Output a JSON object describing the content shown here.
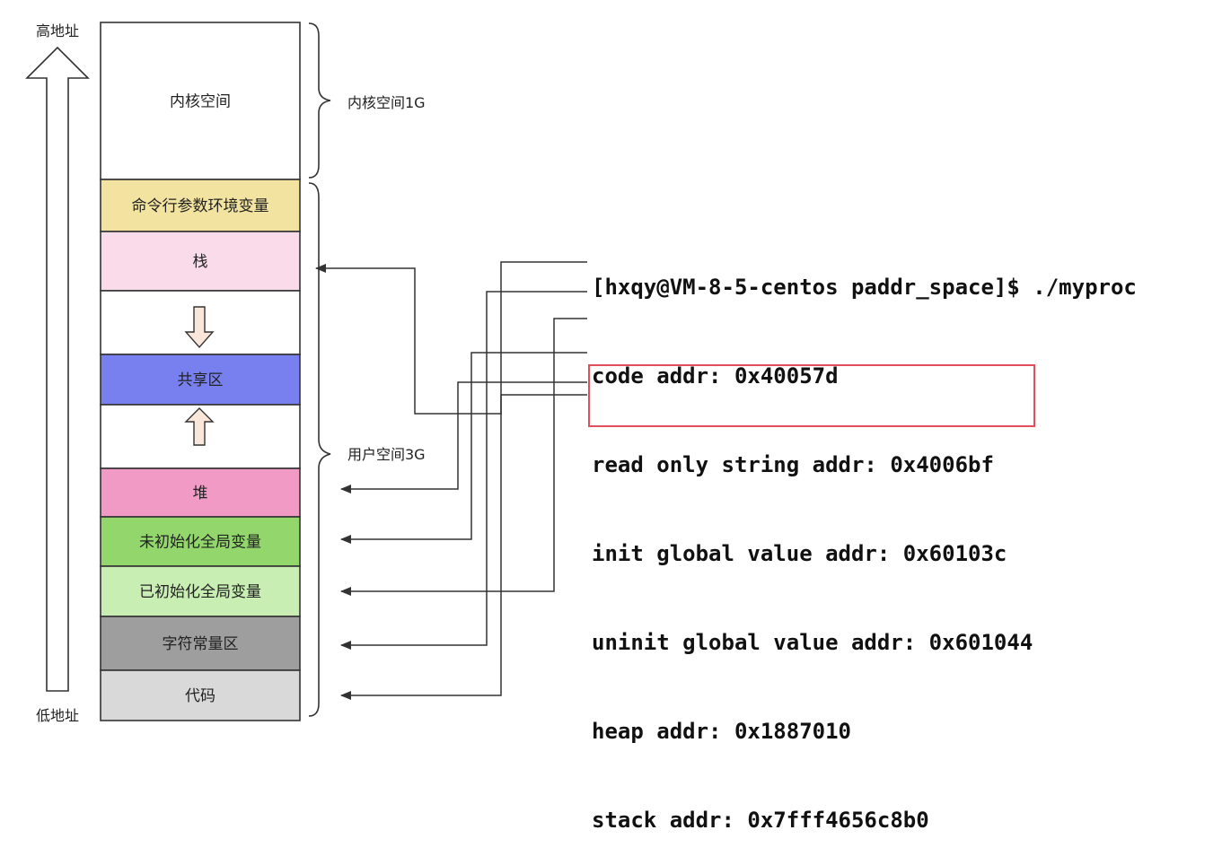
{
  "labels": {
    "high_address": "高地址",
    "low_address": "低地址",
    "kernel_space_brace": "内核空间1G",
    "user_space_brace": "用户空间3G"
  },
  "segments": [
    {
      "name": "内核空间",
      "color": "#ffffff"
    },
    {
      "name": "命令行参数环境变量",
      "color": "#f2e3a0"
    },
    {
      "name": "栈",
      "color": "#fadbea"
    },
    {
      "name": "",
      "color": "#ffffff"
    },
    {
      "name": "共享区",
      "color": "#7780ee"
    },
    {
      "name": "",
      "color": "#ffffff"
    },
    {
      "name": "堆",
      "color": "#f19ac6"
    },
    {
      "name": "未初始化全局变量",
      "color": "#92d66c"
    },
    {
      "name": "已初始化全局变量",
      "color": "#c9eeb4"
    },
    {
      "name": "字符常量区",
      "color": "#9e9e9e"
    },
    {
      "name": "代码",
      "color": "#d9d9d9"
    }
  ],
  "terminal": {
    "prompt": "[hxqy@VM-8-5-centos paddr_space]$ ./myproc",
    "lines": [
      "code addr: 0x40057d",
      "read only string addr: 0x4006bf",
      "init global value addr: 0x60103c",
      "uninit global value addr: 0x601044",
      "heap addr: 0x1887010",
      "stack addr: 0x7fff4656c8b0"
    ]
  },
  "colors": {
    "connector": "#333333",
    "highlight_box": "#e0505a",
    "growth_arrow_fill": "#fbe6da"
  }
}
